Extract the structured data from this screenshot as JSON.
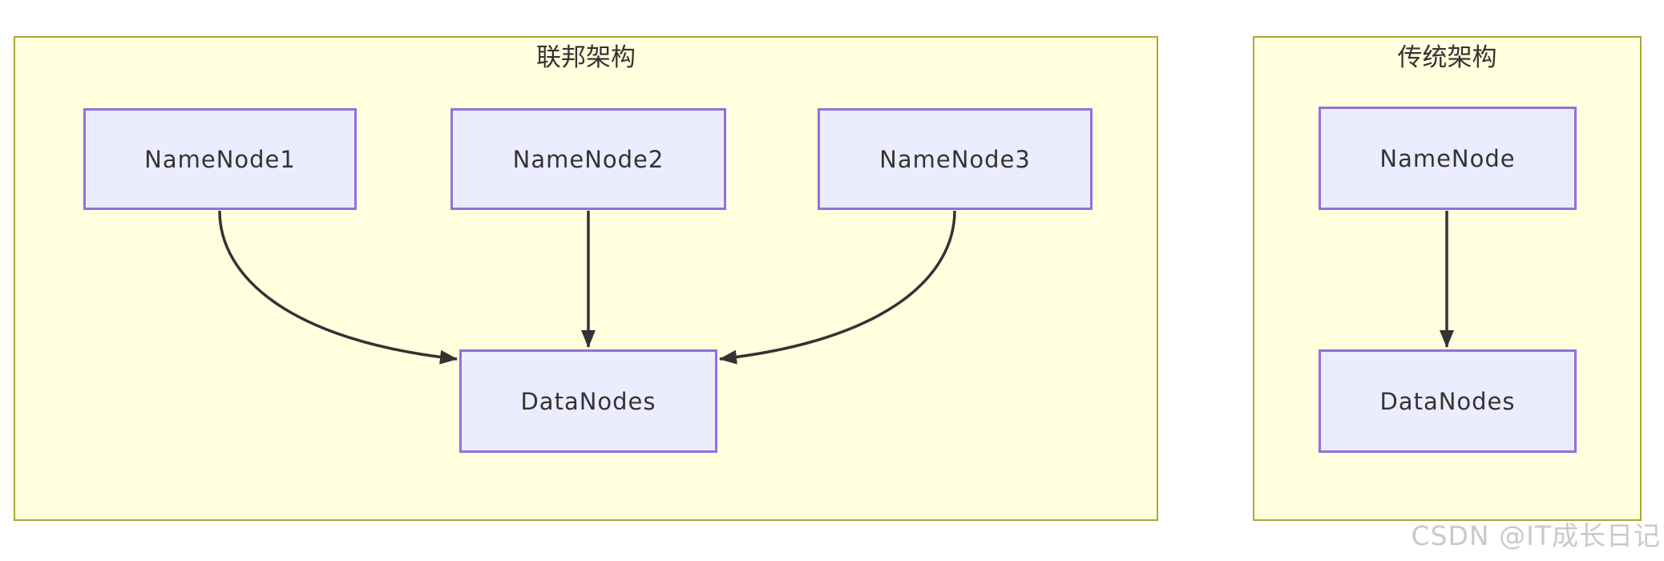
{
  "clusters": {
    "federation": {
      "title": "联邦架构",
      "nodes": {
        "nn1": {
          "label": "NameNode1"
        },
        "nn2": {
          "label": "NameNode2"
        },
        "nn3": {
          "label": "NameNode3"
        },
        "dn": {
          "label": "DataNodes"
        }
      }
    },
    "traditional": {
      "title": "传统架构",
      "nodes": {
        "nn": {
          "label": "NameNode"
        },
        "dn": {
          "label": "DataNodes"
        }
      }
    }
  },
  "edges": [
    {
      "from": "NameNode1",
      "to": "DataNodes",
      "cluster": "federation"
    },
    {
      "from": "NameNode2",
      "to": "DataNodes",
      "cluster": "federation"
    },
    {
      "from": "NameNode3",
      "to": "DataNodes",
      "cluster": "federation"
    },
    {
      "from": "NameNode",
      "to": "DataNodes",
      "cluster": "traditional"
    }
  ],
  "watermark": "CSDN @IT成长日记",
  "colors": {
    "cluster_fill": "#ffffde",
    "cluster_border": "#aaaa33",
    "node_fill": "#ececff",
    "node_border": "#9370db",
    "edge": "#333333",
    "text": "#333333",
    "watermark": "#c9c9c9"
  }
}
